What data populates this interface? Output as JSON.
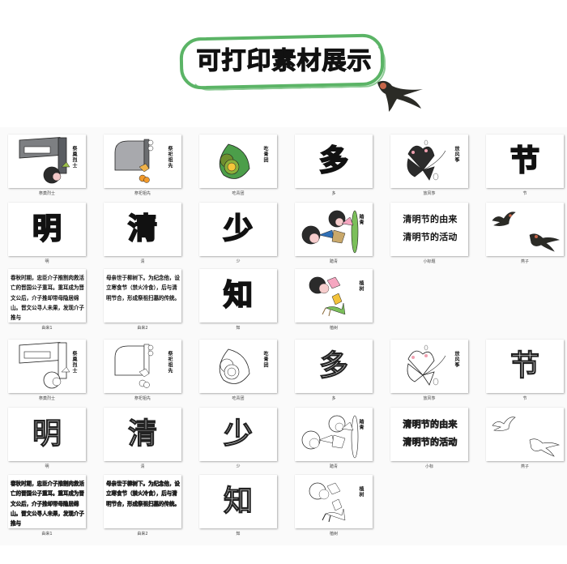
{
  "header": {
    "title": "可打印素材展示",
    "accent_color": "#5bb466",
    "decoration_icon": "swallow-icon"
  },
  "gallery": {
    "background": "#fafafa",
    "sections": [
      {
        "style": "color",
        "cards": [
          {
            "label": "祭奠烈士",
            "caption": "祭奠烈士",
            "kind": "illustration",
            "art": "tombstone-child"
          },
          {
            "label": "祭祀祖先",
            "caption": "祭祀祖先",
            "kind": "illustration",
            "art": "grave-flowers"
          },
          {
            "label": "吃青团",
            "caption": "吃青团",
            "kind": "illustration",
            "art": "qingtuan"
          },
          {
            "label": "多",
            "glyph": "多",
            "kind": "glyph"
          },
          {
            "label": "放风筝",
            "caption": "放风筝",
            "kind": "illustration",
            "art": "kite"
          },
          {
            "label": "节",
            "glyph": "节",
            "kind": "glyph"
          },
          {
            "label": "明",
            "glyph": "明",
            "kind": "glyph"
          },
          {
            "label": "清",
            "glyph": "清",
            "kind": "glyph"
          },
          {
            "label": "少",
            "glyph": "少",
            "kind": "glyph"
          },
          {
            "label": "踏青",
            "caption": "踏青",
            "kind": "illustration",
            "art": "outing-kids"
          },
          {
            "label": "小标题",
            "kind": "subtitle",
            "lines": [
              "清明节的由来",
              "清明节的活动"
            ]
          },
          {
            "label": "燕子",
            "kind": "illustration",
            "art": "swallows"
          },
          {
            "label": "由来1",
            "kind": "paragraph",
            "text": "春秋时期，忠臣介子推割肉救活亡的晋国公子重耳。重耳成为晋文公后，介子推却带母隐居绵山。晋文公寻人未果，发现介子推与"
          },
          {
            "label": "由来2",
            "kind": "paragraph",
            "text": "母亲世于柳树下。为纪念他，设立寒食节（禁火冷食），后与清明节合，形成祭祖扫墓的传统。"
          },
          {
            "label": "知",
            "glyph": "知",
            "kind": "glyph"
          },
          {
            "label": "植树",
            "caption": "植树",
            "kind": "illustration",
            "art": "planting-tree"
          }
        ]
      },
      {
        "style": "outline",
        "cards": [
          {
            "label": "祭奠烈士",
            "caption": "祭奠烈士",
            "kind": "illustration",
            "art": "tombstone-child"
          },
          {
            "label": "祭祀祖先",
            "caption": "祭祀祖先",
            "kind": "illustration",
            "art": "grave-flowers"
          },
          {
            "label": "吃青团",
            "caption": "吃青团",
            "kind": "illustration",
            "art": "qingtuan"
          },
          {
            "label": "多",
            "glyph": "多",
            "kind": "glyph"
          },
          {
            "label": "放风筝",
            "caption": "放风筝",
            "kind": "illustration",
            "art": "kite"
          },
          {
            "label": "节",
            "glyph": "节",
            "kind": "glyph"
          },
          {
            "label": "明",
            "glyph": "明",
            "kind": "glyph"
          },
          {
            "label": "清",
            "glyph": "清",
            "kind": "glyph"
          },
          {
            "label": "少",
            "glyph": "少",
            "kind": "glyph"
          },
          {
            "label": "踏青",
            "caption": "踏青",
            "kind": "illustration",
            "art": "outing-kids"
          },
          {
            "label": "小标",
            "kind": "subtitle",
            "lines": [
              "清明节的由来",
              "清明节的活动"
            ]
          },
          {
            "label": "燕子",
            "kind": "illustration",
            "art": "swallows"
          },
          {
            "label": "由来1",
            "kind": "paragraph",
            "text": "春秋时期，忠臣介子推割肉救活亡的晋国公子重耳。重耳成为晋文公后，介子推却带母隐居绵山。晋文公寻人未果，发现介子推与"
          },
          {
            "label": "由来2",
            "kind": "paragraph",
            "text": "母亲世于柳树下。为纪念他，设立寒食节（禁火冷食），后与清明节合，形成祭祖扫墓的传统。"
          },
          {
            "label": "知",
            "glyph": "知",
            "kind": "glyph"
          },
          {
            "label": "植树",
            "caption": "植树",
            "kind": "illustration",
            "art": "planting-tree"
          }
        ]
      }
    ]
  }
}
